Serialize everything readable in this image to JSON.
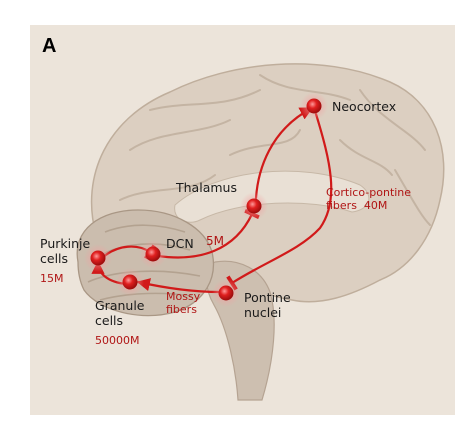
{
  "figure": {
    "panel_letter": "A",
    "nodes": {
      "neocortex": "Neocortex",
      "thalamus": "Thalamus",
      "dcn": "DCN",
      "purkinje": "Purkinje\ncells",
      "granule": "Granule\ncells",
      "pontine": "Pontine\nnuclei"
    },
    "counts": {
      "thalamus_dcn": "5M",
      "purkinje": "15M",
      "granule": "50000M"
    },
    "fibers": {
      "cortico_pontine": "Cortico-pontine\nfibers  40M",
      "mossy": "Mossy\nfibers"
    }
  },
  "colors": {
    "pathway": "#d11a1a",
    "node": "#c81414",
    "background": "#ece4da"
  }
}
